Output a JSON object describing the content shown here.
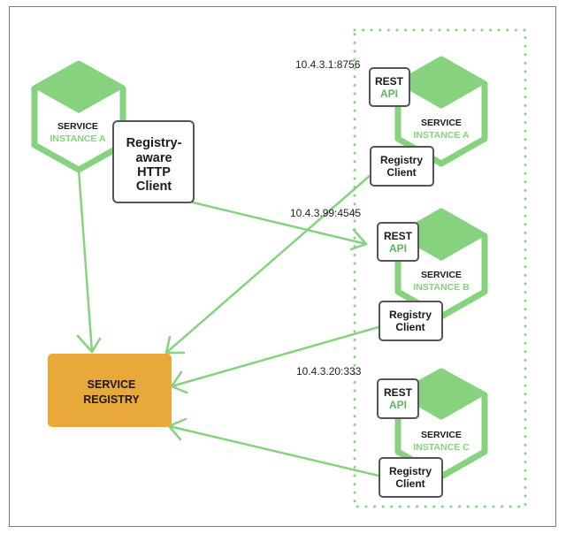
{
  "colors": {
    "green": "#86d27f",
    "green_text": "#5cb85c",
    "registry_fill": "#e8a93a",
    "box_border": "#555555",
    "text_dark": "#1a1a1a",
    "frame_border": "#7a7a7a"
  },
  "client_service": {
    "title": "SERVICE",
    "subtitle": "INSTANCE A",
    "http_client_lines": [
      "Registry-",
      "aware",
      "HTTP",
      "Client"
    ]
  },
  "registry": {
    "lines": [
      "SERVICE",
      "REGISTRY"
    ]
  },
  "instances": [
    {
      "address": "10.4.3.1:8756",
      "title": "SERVICE",
      "subtitle": "INSTANCE A",
      "api_lines": [
        "REST",
        "API"
      ],
      "client_lines": [
        "Registry",
        "Client"
      ]
    },
    {
      "address": "10.4.3.99:4545",
      "title": "SERVICE",
      "subtitle": "INSTANCE B",
      "api_lines": [
        "REST",
        "API"
      ],
      "client_lines": [
        "Registry",
        "Client"
      ]
    },
    {
      "address": "10.4.3.20:333",
      "title": "SERVICE",
      "subtitle": "INSTANCE C",
      "api_lines": [
        "REST",
        "API"
      ],
      "client_lines": [
        "Registry",
        "Client"
      ]
    }
  ]
}
